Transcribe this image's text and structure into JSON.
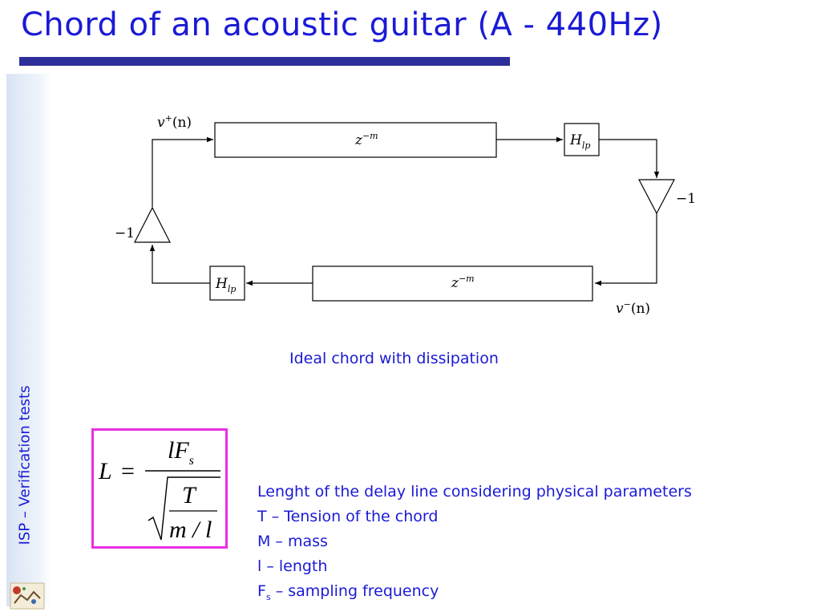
{
  "slide": {
    "title": "Chord of an acoustic guitar (A - 440Hz)",
    "side_label": "ISP – Verification tests"
  },
  "diagram": {
    "input_label_base": "v",
    "input_label_sup": "+",
    "input_label_arg": "(n)",
    "output_label_base": "v",
    "output_label_sup": "−",
    "output_label_arg": "(n)",
    "delay_base": "z",
    "delay_exp": "−m",
    "filter_base": "H",
    "filter_sub": "lp",
    "gain_label": "−1",
    "caption": "Ideal chord with dissipation"
  },
  "formula": {
    "lhs": "L",
    "equals": "=",
    "numerator": "lF",
    "numerator_sub": "s",
    "inner_numerator": "T",
    "inner_denominator": "m / l"
  },
  "description": {
    "line1": "Lenght of the delay line considering physical parameters",
    "line2": "T – Tension of the chord",
    "line3": "M – mass",
    "line4": "l – length",
    "line5_base": "F",
    "line5_sub": "s",
    "line5_rest": " – sampling frequency"
  },
  "colors": {
    "title": "#1a1ad6",
    "rule": "#2e2e9a",
    "formula_border": "#e830e0"
  }
}
